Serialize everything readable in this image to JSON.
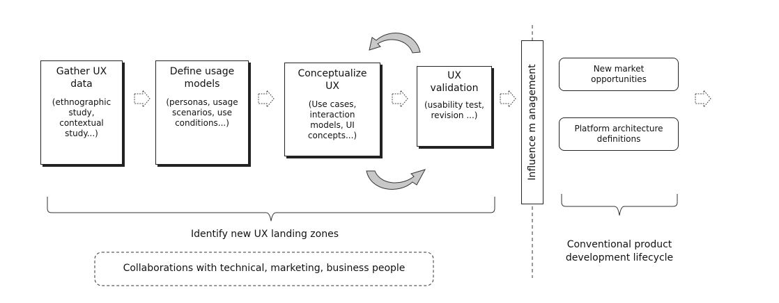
{
  "stages": [
    {
      "title": "Gather UX data",
      "detail": "(ethnographic study, contextual study...)"
    },
    {
      "title": "Define usage models",
      "detail": "(personas, usage scenarios, use conditions...)"
    },
    {
      "title": "Conceptualize UX",
      "detail": "(Use cases, interaction models, UI concepts...)"
    },
    {
      "title": "UX validation",
      "detail": "(usability test, revision ...)"
    }
  ],
  "influence_label": "Influence m anagement",
  "right_boxes": [
    "New market opportunities",
    "Platform architecture definitions"
  ],
  "brace_left_label": "Identify new UX landing zones",
  "brace_right_label": "Conventional product development lifecycle",
  "collab_label": "Collaborations with technical, marketing, business people"
}
